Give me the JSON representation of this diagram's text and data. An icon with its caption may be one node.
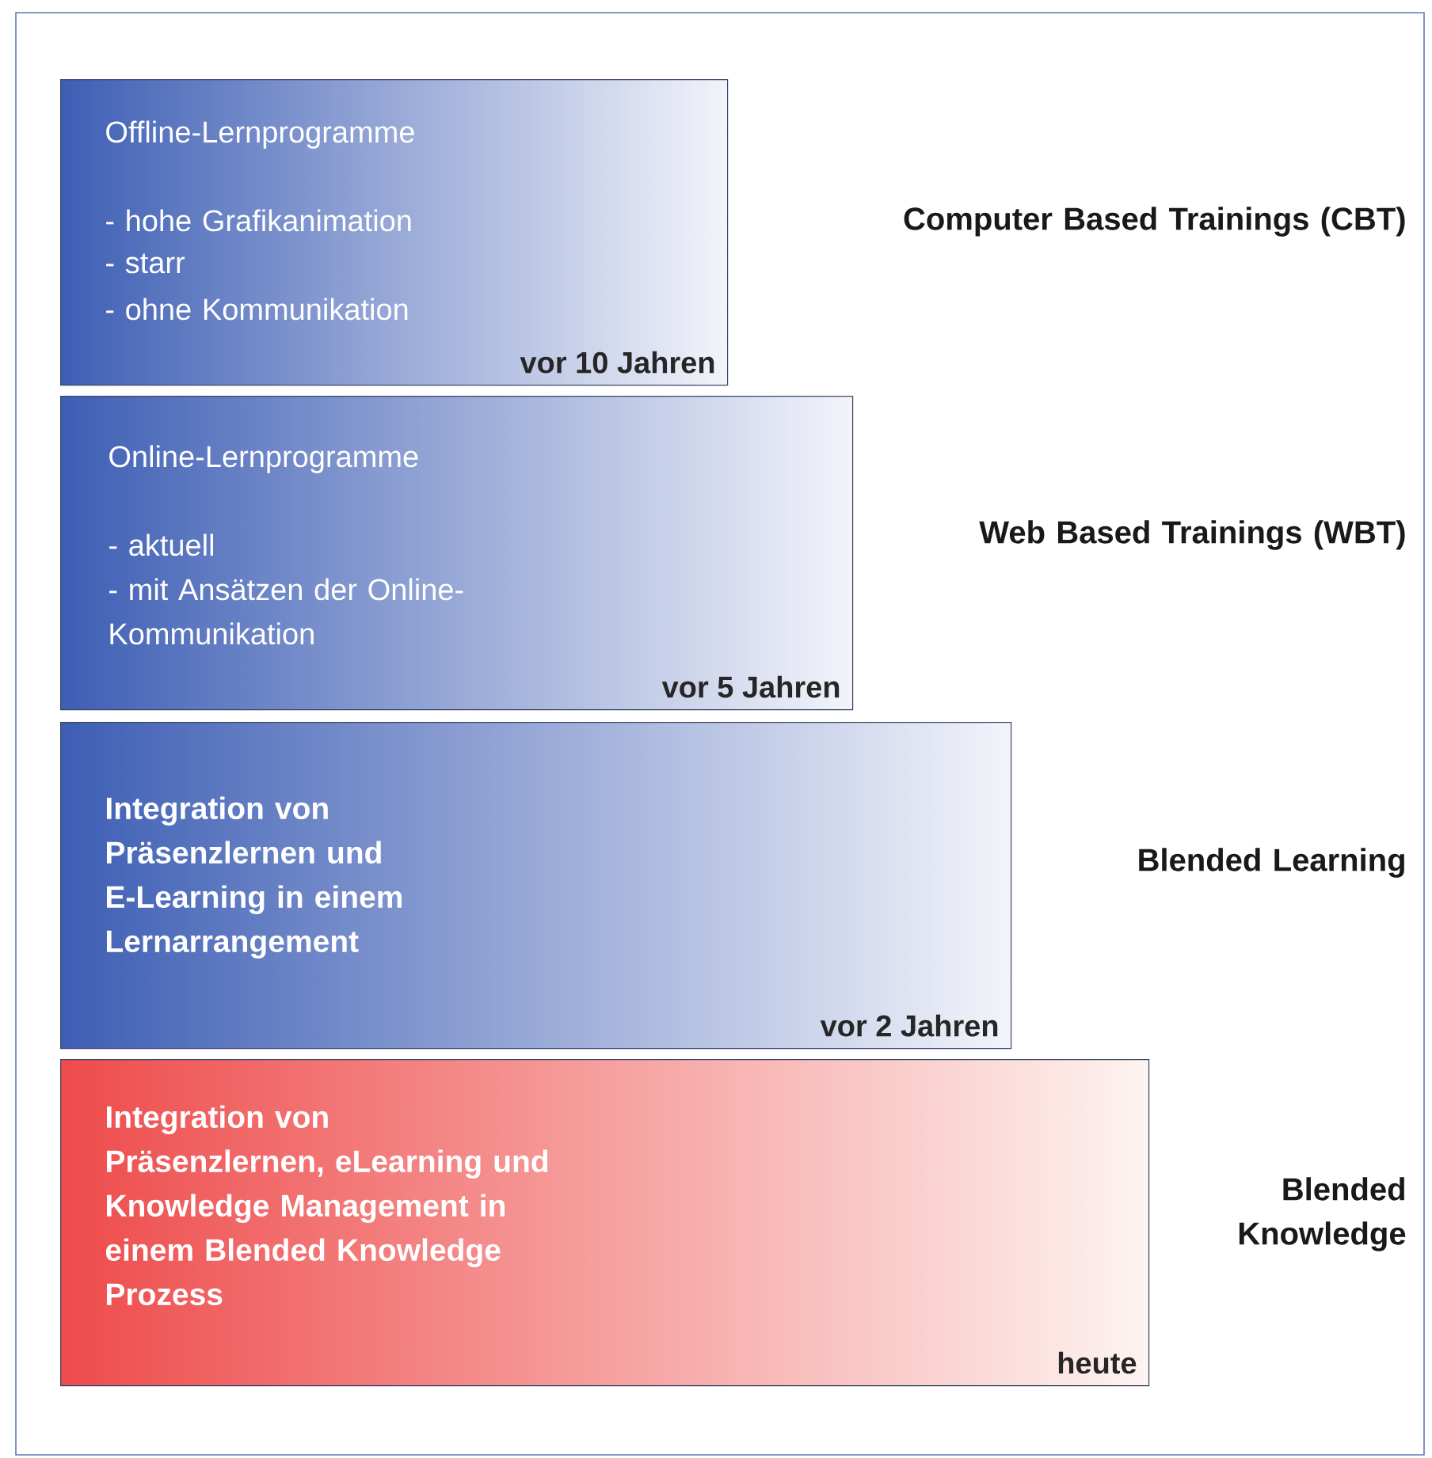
{
  "diagram": {
    "nodes": [
      {
        "text": [
          "Offline-Lernprogramme",
          "- hohe Grafikanimation",
          "- starr",
          "- ohne Kommunikation",
          "vor 10 Jahren"
        ]
      },
      {
        "text": [
          "Online-Lernprogramme",
          "- aktuell",
          "- mit Ansätzen der Online-Kommunikation",
          "vor 5 Jahren"
        ]
      },
      {
        "text": [
          "Integration von Präsenzlernen und E-Learning in einem Lernarrangement",
          "vor 2 Jahren"
        ]
      },
      {
        "text": [
          "Integration von Präsenzlernen, eLearning und Knowledge Management in einem Blended Knowledge Prozess",
          "heute"
        ]
      }
    ],
    "labels": [
      "Computer Based Trainings (CBT)",
      "Web Based Trainings (WBT)",
      "Blended Learning",
      "Blended Knowledge"
    ]
  }
}
